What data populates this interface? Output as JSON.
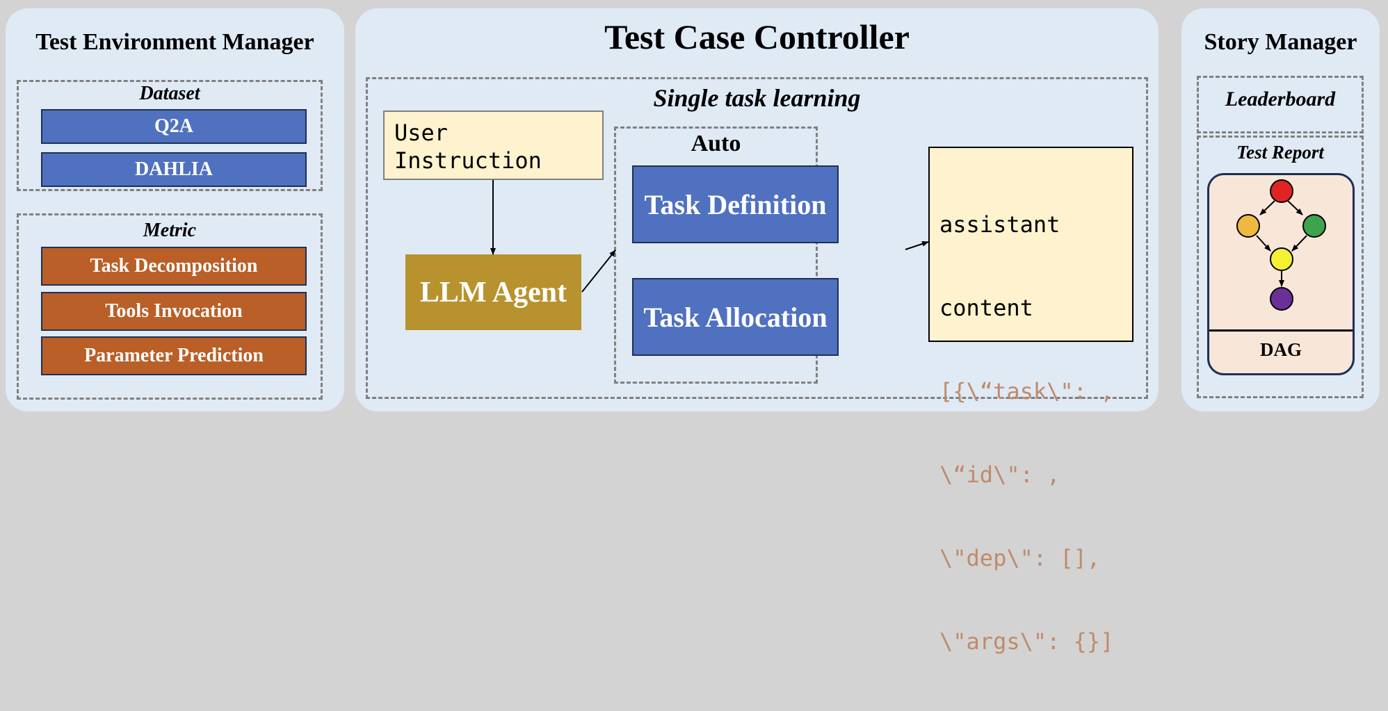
{
  "left_panel": {
    "title": "Test Environment Manager",
    "dataset": {
      "label": "Dataset",
      "items": [
        "Q2A",
        "DAHLIA"
      ]
    },
    "metric": {
      "label": "Metric",
      "items": [
        "Task Decomposition",
        "Tools Invocation",
        "Parameter Prediction"
      ]
    }
  },
  "center_panel": {
    "title": "Test Case Controller",
    "section_label": "Single task learning",
    "user_instruction": [
      "User",
      "Instruction"
    ],
    "agent": "LLM Agent",
    "auto": {
      "label": "Auto",
      "items": [
        "Task Definition",
        "Task Allocation"
      ]
    },
    "output": {
      "header": [
        "assistant",
        "content"
      ],
      "lines": [
        "[{\\“task\\\": ,",
        "\\“id\\\": ,",
        "\\\"dep\\\": [],",
        "\\\"args\\\": {}]"
      ]
    }
  },
  "right_panel": {
    "title": "Story Manager",
    "leaderboard": "Leaderboard",
    "report": {
      "label": "Test Report",
      "dag_label": "DAG"
    }
  },
  "colors": {
    "panel_bg": "#dfeaf5",
    "blue_box": "#4f71bf",
    "orange_box": "#b95f27",
    "agent_box": "#b8922e",
    "note_bg": "#fff3cf",
    "code_text": "#c08a6a",
    "dag_nodes": [
      "#e02424",
      "#f0b840",
      "#3fa34d",
      "#f5f032",
      "#6b2f9a"
    ]
  }
}
